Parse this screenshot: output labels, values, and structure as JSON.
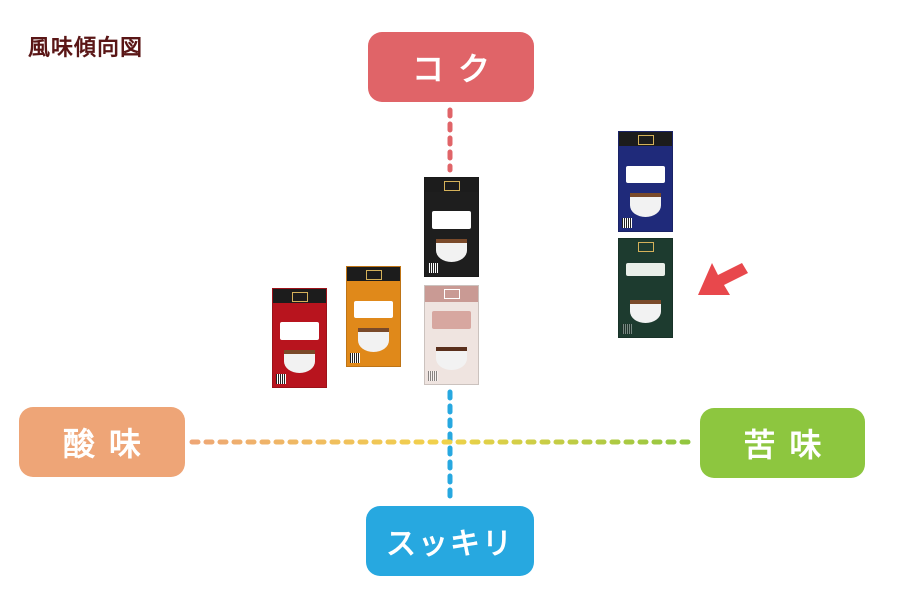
{
  "title": "風味傾向図",
  "axes": {
    "top": "コク",
    "bottom": "スッキリ",
    "left": "酸味",
    "right": "苦味"
  },
  "colors": {
    "title": "#5a1616",
    "koku": "#e06468",
    "sukkiri": "#27a8e0",
    "sanmi": "#eea577",
    "nigami": "#8dc63f",
    "arrow": "#e8484c"
  },
  "packages": [
    {
      "id": "red",
      "color": "#b8141e",
      "icon": "drip-coffee-package-red"
    },
    {
      "id": "orange",
      "color": "#e0891a",
      "icon": "drip-coffee-package-orange"
    },
    {
      "id": "black",
      "color": "#1e1e1e",
      "icon": "drip-coffee-package-black"
    },
    {
      "id": "pink",
      "color": "#d7a7a0",
      "icon": "drip-coffee-package-decaf"
    },
    {
      "id": "navy",
      "color": "#1f2a7a",
      "icon": "drip-coffee-package-navy"
    },
    {
      "id": "darkgreen",
      "color": "#1d3b2f",
      "icon": "drip-coffee-package-organic"
    }
  ],
  "highlight_arrow": {
    "icon": "highlight-arrow-icon",
    "target": "darkgreen"
  }
}
